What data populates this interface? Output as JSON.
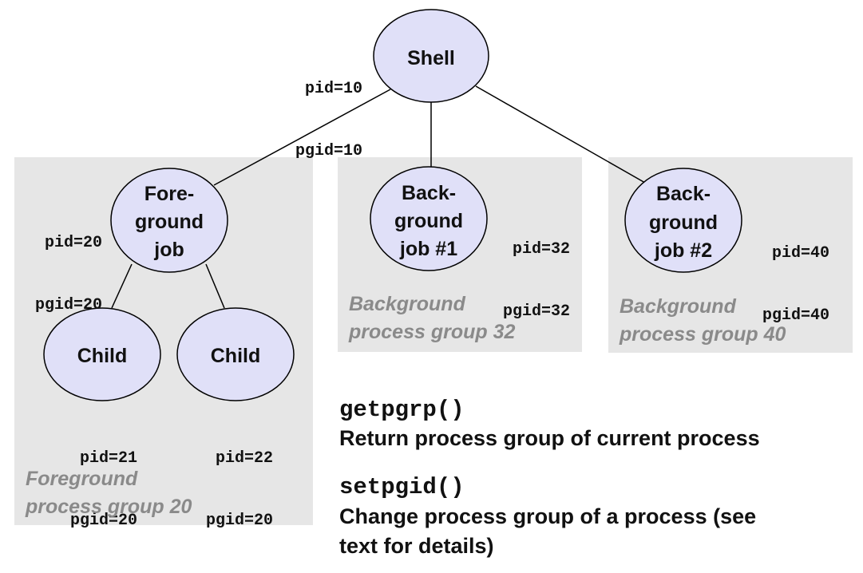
{
  "nodes": {
    "shell": {
      "label": [
        "Shell"
      ],
      "pid": "pid=10",
      "pgid": "pgid=10"
    },
    "foreground_job": {
      "label": [
        "Fore-",
        "ground",
        "job"
      ],
      "pid": "pid=20",
      "pgid": "pgid=20"
    },
    "background_job_1": {
      "label": [
        "Back-",
        "ground",
        "job #1"
      ],
      "pid": "pid=32",
      "pgid": "pgid=32"
    },
    "background_job_2": {
      "label": [
        "Back-",
        "ground",
        "job #2"
      ],
      "pid": "pid=40",
      "pgid": "pgid=40"
    },
    "child_1": {
      "label": [
        "Child"
      ],
      "pid": "pid=21",
      "pgid": "pgid=20"
    },
    "child_2": {
      "label": [
        "Child"
      ],
      "pid": "pid=22",
      "pgid": "pgid=20"
    }
  },
  "groups": {
    "foreground": [
      "Foreground",
      "process group 20"
    ],
    "background_32": [
      "Background",
      "process group 32"
    ],
    "background_40": [
      "Background",
      "process group 40"
    ]
  },
  "functions": [
    {
      "name": "getpgrp()",
      "description": [
        "Return process group of current process"
      ]
    },
    {
      "name": "setpgid()",
      "description": [
        "Change process group of a process (see",
        "text for details)"
      ]
    }
  ],
  "colors": {
    "node_fill": "#e0e0f8",
    "node_stroke": "#000000",
    "group_background": "#e6e6e6",
    "group_label": "#8a8a8a",
    "edge": "#000000"
  }
}
